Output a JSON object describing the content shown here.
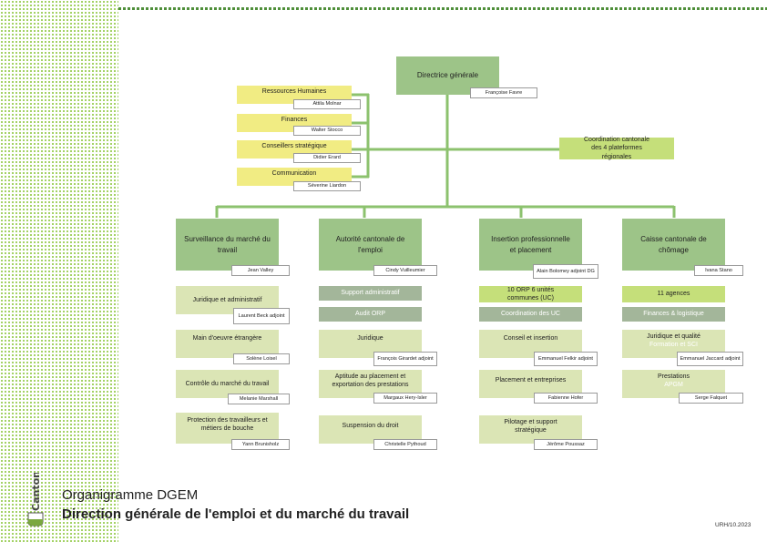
{
  "head": {
    "title": "Directrice générale",
    "name": "Françoise Favre"
  },
  "staff": [
    {
      "title": "Ressources Humaines",
      "name": "Attila Molnar"
    },
    {
      "title": "Finances",
      "name": "Walter Stocco"
    },
    {
      "title": "Conseillers stratégique",
      "name": "Didier Erard"
    },
    {
      "title": "Communication",
      "name": "Séverine Liardon"
    }
  ],
  "coordination": "Coordination cantonale des 4 plateformes régionales",
  "divisions": [
    {
      "title": "Surveillance du marché du travail",
      "name": "Jean Valley"
    },
    {
      "title": "Autorité cantonale de l'emploi",
      "name": "Cindy Vuilleumier"
    },
    {
      "title": "Insertion professionnelle et placement",
      "name": "Alain Bolomey adjoint DG"
    },
    {
      "title": "Caisse cantonale de chômage",
      "name": "Ivana Stano"
    }
  ],
  "col1": [
    {
      "title": "Juridique et administratif",
      "name": "Laurent Beck adjoint"
    },
    {
      "title": "Main d'oeuvre étrangère",
      "name": "Solène Loisel"
    },
    {
      "title": "Contrôle du marché du travail",
      "name": "Melanie Marshall"
    },
    {
      "title": "Protection des travailleurs et métiers de bouche",
      "name": "Yann Brunisholz"
    }
  ],
  "col2": {
    "support": "Support administratif",
    "audit": "Audit ORP",
    "units": [
      {
        "title": "Juridique",
        "name": "François Girardet adjoint"
      },
      {
        "title": "Aptitude au placement et exportation des prestations",
        "name": "Margaux Hery-Isler"
      },
      {
        "title": "Suspension du droit",
        "name": "Christelle Pythoud"
      }
    ]
  },
  "col3": {
    "orp": "10 ORP 6 unités communes (UC)",
    "coord": "Coordination des UC",
    "units": [
      {
        "title": "Conseil et insertion",
        "name": "Emmanuel Felkir adjoint"
      },
      {
        "title": "Placement et entreprises",
        "name": "Fabienne Hofer"
      },
      {
        "title": "Pilotage et support stratégique",
        "name": "Jérôme Poussaz"
      }
    ]
  },
  "col4": {
    "agencies": "11 agences",
    "finances": "Finances & logistique",
    "units": [
      {
        "title": "Juridique et qualité",
        "subtitle": "Formation et SCI",
        "name": "Emmanuel Jaccard adjoint"
      },
      {
        "title": "Prestations",
        "subtitle": "APGM",
        "name": "Serge Falquet"
      }
    ]
  },
  "logo_text": "Canton de Vaud",
  "footer": {
    "title": "Organigramme DGEM",
    "subtitle": "Direction générale de l'emploi et du marché du travail",
    "ref": "URH/10.2023"
  },
  "colors": {
    "accent": "#8dc63f",
    "line": "#8cc26e",
    "box_dark": "#9dc488",
    "box_yellow": "#f1ec83",
    "box_grey": "#a3b69a"
  }
}
